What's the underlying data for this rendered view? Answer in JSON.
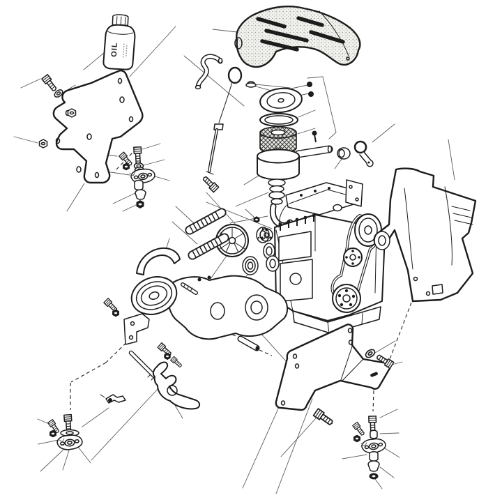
{
  "meta": {
    "diagram_type": "exploded-parts-diagram",
    "background": "#ffffff",
    "line_color": "#1c1c1c",
    "leader_color": "#5a5a5a"
  },
  "labels": {
    "oil_bottle": "OIL"
  },
  "parts": [
    {
      "id": "oil-bottle",
      "name": "Oil bottle",
      "label": "OIL"
    },
    {
      "id": "belt-guard-cover",
      "name": "Stippled belt guard cover"
    },
    {
      "id": "breather-hose",
      "name": "Curved breather hose"
    },
    {
      "id": "dipstick",
      "name": "Oil dipstick with loop handle"
    },
    {
      "id": "mounting-bracket-left",
      "name": "Left engine mounting bracket"
    },
    {
      "id": "bolt-washer-top-left",
      "name": "Bolt, washer and nut set (top left)"
    },
    {
      "id": "mount-kit-upper",
      "name": "Engine mount kit (bolt, washers, plate, bushings)"
    },
    {
      "id": "wing-nut",
      "name": "Air cleaner wing nut"
    },
    {
      "id": "air-cleaner-cover",
      "name": "Air cleaner cover"
    },
    {
      "id": "gasket-ring",
      "name": "Air cleaner gasket ring"
    },
    {
      "id": "filter-element",
      "name": "Mesh filter element"
    },
    {
      "id": "air-cleaner-bowl",
      "name": "Air cleaner bowl with intake tube"
    },
    {
      "id": "adapter-rings",
      "name": "Stacked adapter rings"
    },
    {
      "id": "rubber-elbow",
      "name": "Rubber elbow hose"
    },
    {
      "id": "adapter-flange",
      "name": "Adapter flange disc"
    },
    {
      "id": "ball-head-pins",
      "name": "Ball head fastener pins"
    },
    {
      "id": "sleeve-bushing",
      "name": "Sleeve bushing"
    },
    {
      "id": "pipe-clamp",
      "name": "Pipe clamp with eye"
    },
    {
      "id": "engine-assembly",
      "name": "Engine with pulleys and V-belt"
    },
    {
      "id": "side-shield",
      "name": "Right side shield with flange"
    },
    {
      "id": "pump-assembly",
      "name": "Pump with grooved pulley"
    },
    {
      "id": "pump-arm",
      "name": "Curved pump mounting arm"
    },
    {
      "id": "spoked-wheel",
      "name": "Spoked idler wheel"
    },
    {
      "id": "drive-belts",
      "name": "Ribbed drive belts"
    },
    {
      "id": "idler-pulley",
      "name": "Small idler pulley"
    },
    {
      "id": "couplings",
      "name": "Rubber coupling bushes"
    },
    {
      "id": "support-bracket-small",
      "name": "Small L support bracket"
    },
    {
      "id": "spacer-pin",
      "name": "Spacer pin"
    },
    {
      "id": "long-stud",
      "name": "Long stud pin"
    },
    {
      "id": "fork-lever",
      "name": "Forked lever"
    },
    {
      "id": "retaining-clip",
      "name": "Retaining clip"
    },
    {
      "id": "support-bracket-bottom",
      "name": "Bottom support bracket with flange"
    },
    {
      "id": "bolt-washer-right",
      "name": "Bolt and washer (bracket flange)"
    },
    {
      "id": "long-bolt-bottom",
      "name": "Long hex bolt (bottom centre)"
    },
    {
      "id": "mount-kit-bottom-left",
      "name": "Engine mount kit (bottom left)"
    },
    {
      "id": "mount-kit-bottom-right",
      "name": "Engine mount kit (bottom right)"
    },
    {
      "id": "leader-lines",
      "name": "Leader lines"
    },
    {
      "id": "assembly-dash-lines",
      "name": "Dashed assembly axes"
    }
  ]
}
